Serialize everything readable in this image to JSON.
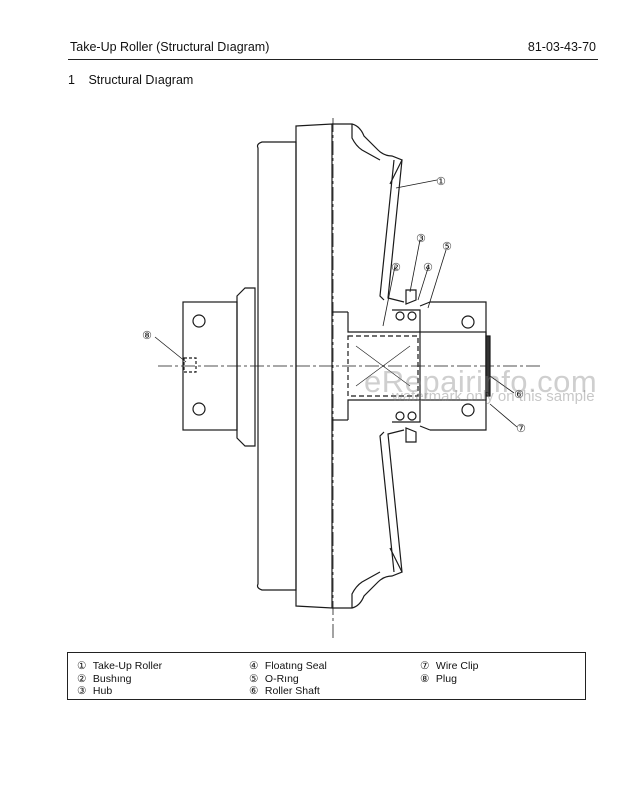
{
  "header": {
    "title": "Take-Up Roller (Structural Dıagram)",
    "code": "81-03-43-70"
  },
  "section": {
    "number": "1",
    "title": "Structural Dıagram"
  },
  "diagram": {
    "callouts": [
      "①",
      "②",
      "③",
      "④",
      "⑤",
      "⑥",
      "⑦",
      "⑧"
    ]
  },
  "legend": {
    "columns": [
      [
        {
          "num": "①",
          "label": "Take-Up Roller"
        },
        {
          "num": "②",
          "label": "Bushıng"
        },
        {
          "num": "③",
          "label": "Hub"
        }
      ],
      [
        {
          "num": "④",
          "label": "Floatıng Seal"
        },
        {
          "num": "⑤",
          "label": "O-Rıng"
        },
        {
          "num": "⑥",
          "label": "Roller Shaft"
        }
      ],
      [
        {
          "num": "⑦",
          "label": "Wire Clip"
        },
        {
          "num": "⑧",
          "label": "Plug"
        }
      ]
    ]
  },
  "watermark": {
    "brand": "eRepairinfo.com",
    "note": "watermark only on this sample"
  }
}
